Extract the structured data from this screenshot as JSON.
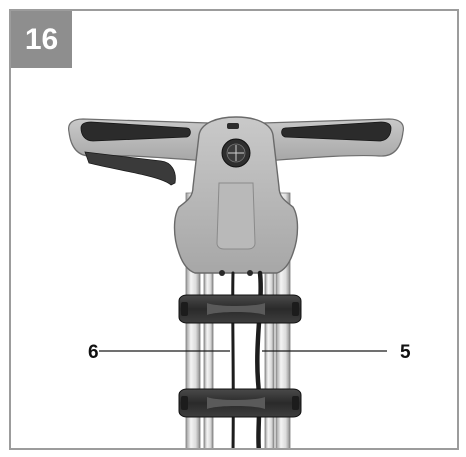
{
  "figure": {
    "number": "16"
  },
  "callouts": [
    {
      "id": "6"
    },
    {
      "id": "5"
    }
  ],
  "colors": {
    "frame": "#9c9c9c",
    "badge": "#8e8e8e",
    "body": "#b5b5b5",
    "grip": "#2a2a2a",
    "tube": "#e6e6e6",
    "cable": "#1e1e1e"
  }
}
